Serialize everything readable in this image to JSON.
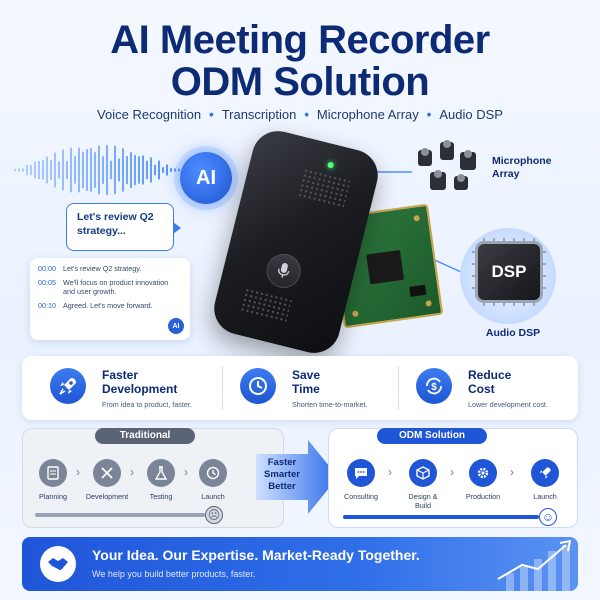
{
  "header": {
    "title_line1": "AI Meeting Recorder",
    "title_line2": "ODM Solution",
    "features": [
      "Voice Recognition",
      "Transcription",
      "Microphone Array",
      "Audio DSP"
    ],
    "separator": "•"
  },
  "hero": {
    "ai_badge": "AI",
    "bubble_text": "Let's review Q2 strategy...",
    "transcript": [
      {
        "time": "00:00",
        "text": "Let's review Q2 strategy."
      },
      {
        "time": "00:05",
        "text": "We'll focus on product innovation and user growth."
      },
      {
        "time": "00:10",
        "text": "Agreed. Let's move forward."
      }
    ],
    "transcript_badge": "AI",
    "mic_label": "Microphone Array",
    "dsp_chip": "DSP",
    "dsp_label": "Audio DSP"
  },
  "benefits": [
    {
      "title": "Faster Development",
      "desc": "From idea to product, faster.",
      "icon": "rocket-icon"
    },
    {
      "title": "Save Time",
      "desc": "Shorten time-to-market.",
      "icon": "clock-icon"
    },
    {
      "title": "Reduce Cost",
      "desc": "Lower development cost.",
      "icon": "dollar-refresh-icon"
    }
  ],
  "process": {
    "traditional_label": "Traditional",
    "traditional_steps": [
      "Planning",
      "Development",
      "Testing",
      "Launch"
    ],
    "arrow_text": "Faster Smarter Better",
    "odm_label": "ODM Solution",
    "odm_steps": [
      "Consulting",
      "Design & Build",
      "Production",
      "Launch"
    ]
  },
  "footer": {
    "title": "Your Idea. Our Expertise. Market-Ready Together.",
    "subtitle": "We help you build better products, faster."
  },
  "colors": {
    "primary": "#1f56d8",
    "navy": "#0d2a74",
    "gray_step": "#7b8597"
  }
}
